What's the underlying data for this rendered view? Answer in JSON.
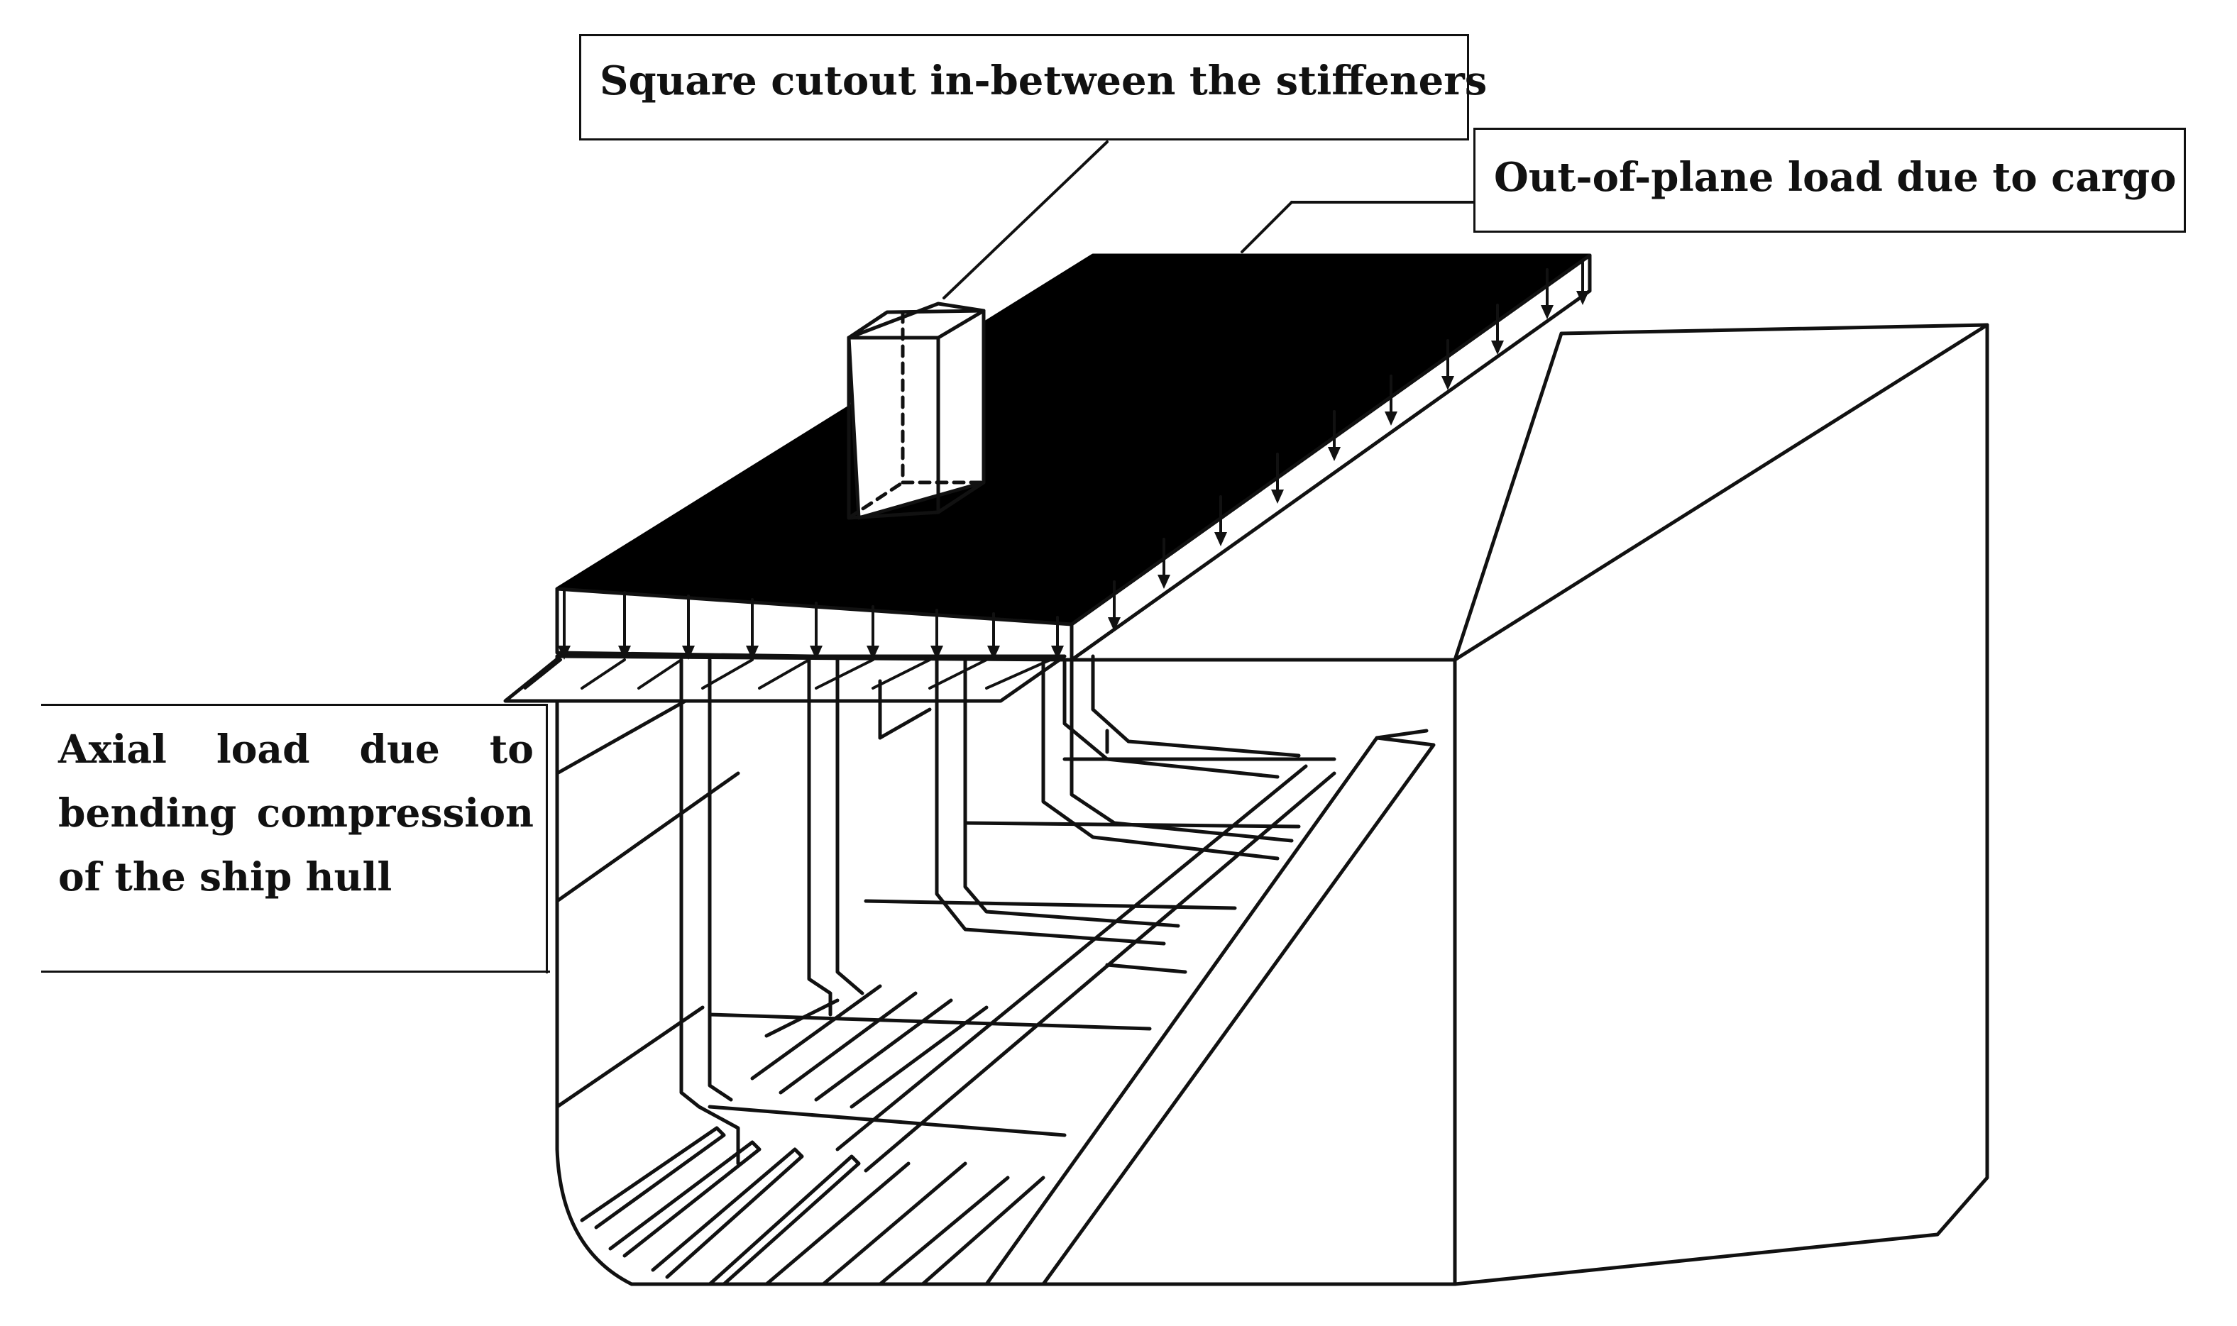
{
  "labels": {
    "cutout": "Square cutout in-between the stiffeners",
    "out_of_plane": "Out-of-plane load due to cargo",
    "axial_line1": "Axial load due to",
    "axial_line2": "bending compression",
    "axial_line3": "of the ship hull"
  },
  "colors": {
    "ink": "#111111",
    "plate_fill": "#000000",
    "background": "#ffffff"
  }
}
